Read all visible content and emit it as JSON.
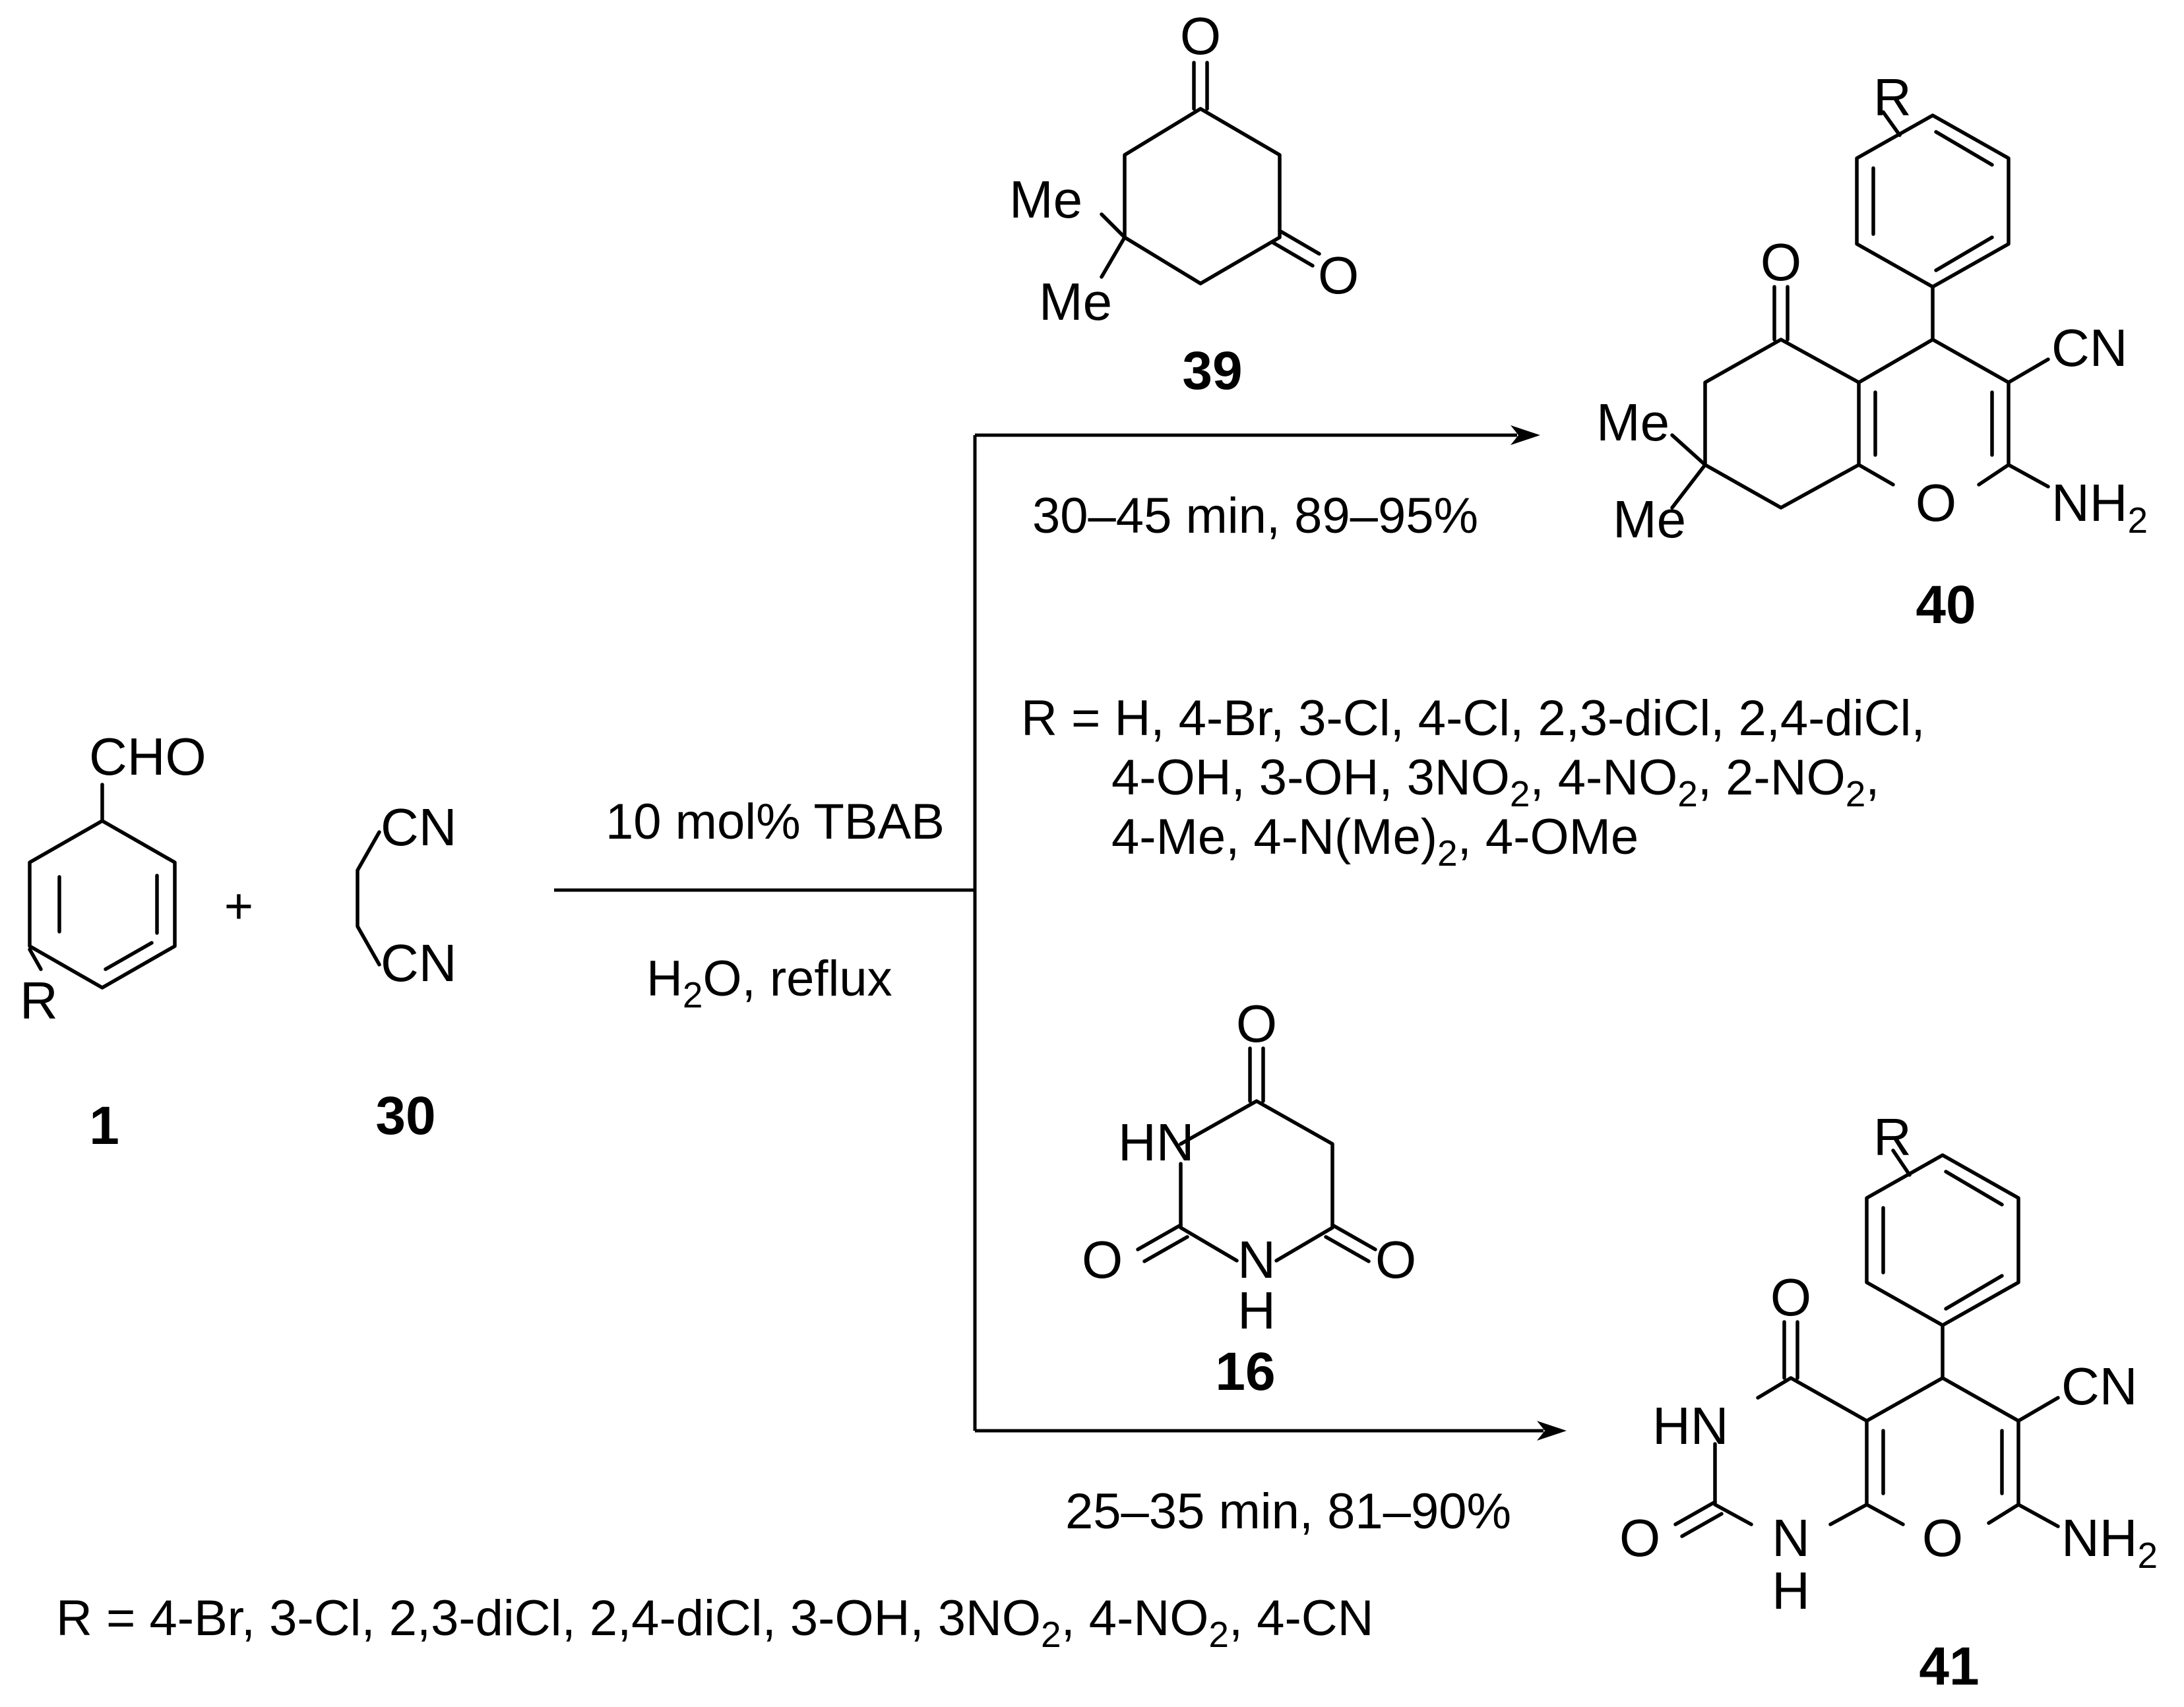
{
  "compounds": {
    "c1": {
      "label": "1",
      "atoms": {
        "cho": "CHO",
        "r": "R"
      }
    },
    "c30": {
      "label": "30",
      "atoms": {
        "cn_top": "CN",
        "cn_bottom": "CN"
      }
    },
    "c39": {
      "label": "39",
      "atoms": {
        "o_top": "O",
        "o_right": "O",
        "me_top": "Me",
        "me_bottom": "Me"
      }
    },
    "c40": {
      "label": "40",
      "atoms": {
        "r": "R",
        "o_keto": "O",
        "cn": "CN",
        "me_top": "Me",
        "me_bottom": "Me",
        "o_ring": "O",
        "nh": "NH",
        "nh_sub": "2"
      }
    },
    "c16": {
      "label": "16",
      "atoms": {
        "o_top": "O",
        "hn": "HN",
        "o_left": "O",
        "n": "N",
        "h": "H",
        "o_right": "O"
      }
    },
    "c41": {
      "label": "41",
      "atoms": {
        "r": "R",
        "o_top": "O",
        "cn": "CN",
        "hn": "HN",
        "o_left": "O",
        "n": "N",
        "h": "H",
        "o_ring": "O",
        "nh": "NH",
        "nh_sub": "2"
      }
    }
  },
  "plus": "+",
  "conditions": {
    "catalyst": "10 mol% TBAB",
    "solvent_h": "H",
    "solvent_sub": "2",
    "solvent_rest": "O, reflux",
    "upper": "30–45 min, 89–95%",
    "lower": "25–35 min, 81–90%"
  },
  "substituents_40": {
    "line1": "R = H, 4-Br, 3-Cl, 4-Cl, 2,3-diCl, 2,4-diCl,",
    "line2": [
      "4-OH, 3-OH, 3NO",
      "2",
      ", 4-NO",
      "2",
      ", 2-NO",
      "2",
      ","
    ],
    "line3": [
      "4-Me, 4-N(Me)",
      "2",
      ", 4-OMe"
    ]
  },
  "substituents_41": {
    "line1": [
      "R = 4-Br, 3-Cl, 2,3-diCl, 2,4-diCl, 3-OH, 3NO",
      "2",
      ", 4-NO",
      "2",
      ", 4-CN"
    ]
  }
}
